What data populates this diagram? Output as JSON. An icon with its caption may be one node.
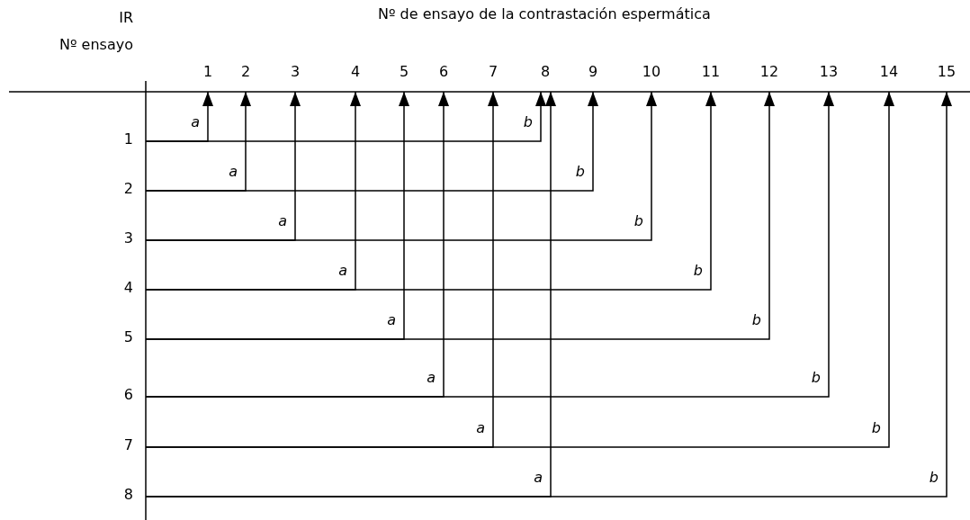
{
  "diagram": {
    "title": "Nº de ensayo de la contrastación espermática",
    "nodes": [
      {
        "text": [
          "1"
        ]
      },
      {
        "text": [
          "2"
        ]
      },
      {
        "text": [
          "3"
        ]
      },
      {
        "text": [
          "4"
        ]
      },
      {
        "text": [
          "5"
        ]
      },
      {
        "text": [
          "6"
        ]
      },
      {
        "text": [
          "7"
        ]
      },
      {
        "text": [
          "8"
        ]
      },
      {
        "text": [
          "9"
        ]
      },
      {
        "text": [
          "10"
        ]
      },
      {
        "text": [
          "11"
        ]
      },
      {
        "text": [
          "12"
        ]
      },
      {
        "text": [
          "13"
        ]
      },
      {
        "text": [
          "14"
        ]
      },
      {
        "text": [
          "15"
        ]
      },
      {
        "text": [
          "1"
        ]
      },
      {
        "text": [
          "2"
        ]
      },
      {
        "text": [
          "3"
        ]
      },
      {
        "text": [
          "4"
        ]
      },
      {
        "text": [
          "5"
        ]
      },
      {
        "text": [
          "6"
        ]
      },
      {
        "text": [
          "7"
        ]
      },
      {
        "text": [
          "8"
        ]
      }
    ],
    "edges": [
      {
        "from": 15,
        "to": 0,
        "arrow": "to",
        "label": "a"
      },
      {
        "from": 15,
        "to": 7,
        "arrow": "to",
        "label": "b"
      },
      {
        "from": 16,
        "to": 1,
        "arrow": "to",
        "label": "a"
      },
      {
        "from": 16,
        "to": 8,
        "arrow": "to",
        "label": "b"
      },
      {
        "from": 17,
        "to": 2,
        "arrow": "to",
        "label": "a"
      },
      {
        "from": 17,
        "to": 9,
        "arrow": "to",
        "label": "b"
      },
      {
        "from": 18,
        "to": 3,
        "arrow": "to",
        "label": "a"
      },
      {
        "from": 18,
        "to": 10,
        "arrow": "to",
        "label": "b"
      },
      {
        "from": 19,
        "to": 4,
        "arrow": "to",
        "label": "a"
      },
      {
        "from": 19,
        "to": 11,
        "arrow": "to",
        "label": "b"
      },
      {
        "from": 20,
        "to": 5,
        "arrow": "to",
        "label": "a"
      },
      {
        "from": 20,
        "to": 12,
        "arrow": "to",
        "label": "b"
      },
      {
        "from": 21,
        "to": 6,
        "arrow": "to",
        "label": "a"
      },
      {
        "from": 21,
        "to": 13,
        "arrow": "to",
        "label": "b"
      },
      {
        "from": 22,
        "to": 7,
        "arrow": "to",
        "label": "a"
      },
      {
        "from": 22,
        "to": 14,
        "arrow": "to",
        "label": "b"
      }
    ],
    "labels": [
      "IR",
      "Nº ensayo"
    ]
  }
}
